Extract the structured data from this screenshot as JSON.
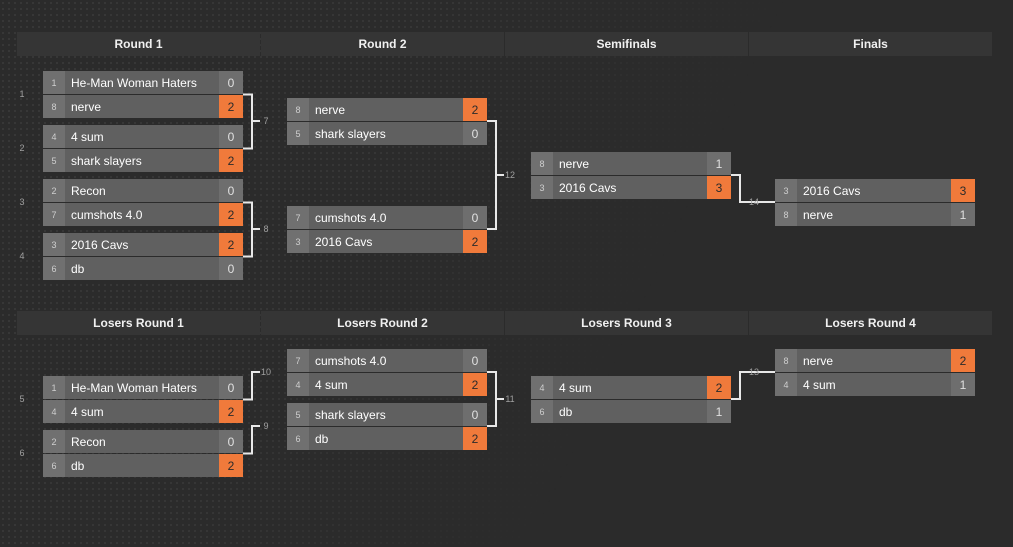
{
  "colors": {
    "winner": "#f07a3b",
    "background": "#2b2b2b"
  },
  "winners_headers": [
    "Round 1",
    "Round 2",
    "Semifinals",
    "Finals"
  ],
  "losers_headers": [
    "Losers Round 1",
    "Losers Round 2",
    "Losers Round 3",
    "Losers Round 4"
  ],
  "matches": [
    {
      "num": "1",
      "teams": [
        {
          "seed": "1",
          "name": "He-Man Woman Haters",
          "score": "0",
          "win": false
        },
        {
          "seed": "8",
          "name": "nerve",
          "score": "2",
          "win": true
        }
      ]
    },
    {
      "num": "2",
      "teams": [
        {
          "seed": "4",
          "name": "4 sum",
          "score": "0",
          "win": false
        },
        {
          "seed": "5",
          "name": "shark slayers",
          "score": "2",
          "win": true
        }
      ]
    },
    {
      "num": "3",
      "teams": [
        {
          "seed": "2",
          "name": "Recon",
          "score": "0",
          "win": false
        },
        {
          "seed": "7",
          "name": "cumshots 4.0",
          "score": "2",
          "win": true
        }
      ]
    },
    {
      "num": "4",
      "teams": [
        {
          "seed": "3",
          "name": "2016 Cavs",
          "score": "2",
          "win": true
        },
        {
          "seed": "6",
          "name": "db",
          "score": "0",
          "win": false
        }
      ]
    },
    {
      "num": "7",
      "teams": [
        {
          "seed": "8",
          "name": "nerve",
          "score": "2",
          "win": true
        },
        {
          "seed": "5",
          "name": "shark slayers",
          "score": "0",
          "win": false
        }
      ]
    },
    {
      "num": "8",
      "teams": [
        {
          "seed": "7",
          "name": "cumshots 4.0",
          "score": "0",
          "win": false
        },
        {
          "seed": "3",
          "name": "2016 Cavs",
          "score": "2",
          "win": true
        }
      ]
    },
    {
      "num": "12",
      "teams": [
        {
          "seed": "8",
          "name": "nerve",
          "score": "1",
          "win": false
        },
        {
          "seed": "3",
          "name": "2016 Cavs",
          "score": "3",
          "win": true
        }
      ]
    },
    {
      "num": "14",
      "teams": [
        {
          "seed": "3",
          "name": "2016 Cavs",
          "score": "3",
          "win": true
        },
        {
          "seed": "8",
          "name": "nerve",
          "score": "1",
          "win": false
        }
      ]
    },
    {
      "num": "5",
      "teams": [
        {
          "seed": "1",
          "name": "He-Man Woman Haters",
          "score": "0",
          "win": false
        },
        {
          "seed": "4",
          "name": "4 sum",
          "score": "2",
          "win": true
        }
      ]
    },
    {
      "num": "6",
      "teams": [
        {
          "seed": "2",
          "name": "Recon",
          "score": "0",
          "win": false
        },
        {
          "seed": "6",
          "name": "db",
          "score": "2",
          "win": true
        }
      ]
    },
    {
      "num": "10",
      "teams": [
        {
          "seed": "7",
          "name": "cumshots 4.0",
          "score": "0",
          "win": false
        },
        {
          "seed": "4",
          "name": "4 sum",
          "score": "2",
          "win": true
        }
      ]
    },
    {
      "num": "9",
      "teams": [
        {
          "seed": "5",
          "name": "shark slayers",
          "score": "0",
          "win": false
        },
        {
          "seed": "6",
          "name": "db",
          "score": "2",
          "win": true
        }
      ]
    },
    {
      "num": "11",
      "teams": [
        {
          "seed": "4",
          "name": "4 sum",
          "score": "2",
          "win": true
        },
        {
          "seed": "6",
          "name": "db",
          "score": "1",
          "win": false
        }
      ]
    },
    {
      "num": "13",
      "teams": [
        {
          "seed": "8",
          "name": "nerve",
          "score": "2",
          "win": true
        },
        {
          "seed": "4",
          "name": "4 sum",
          "score": "1",
          "win": false
        }
      ]
    }
  ]
}
